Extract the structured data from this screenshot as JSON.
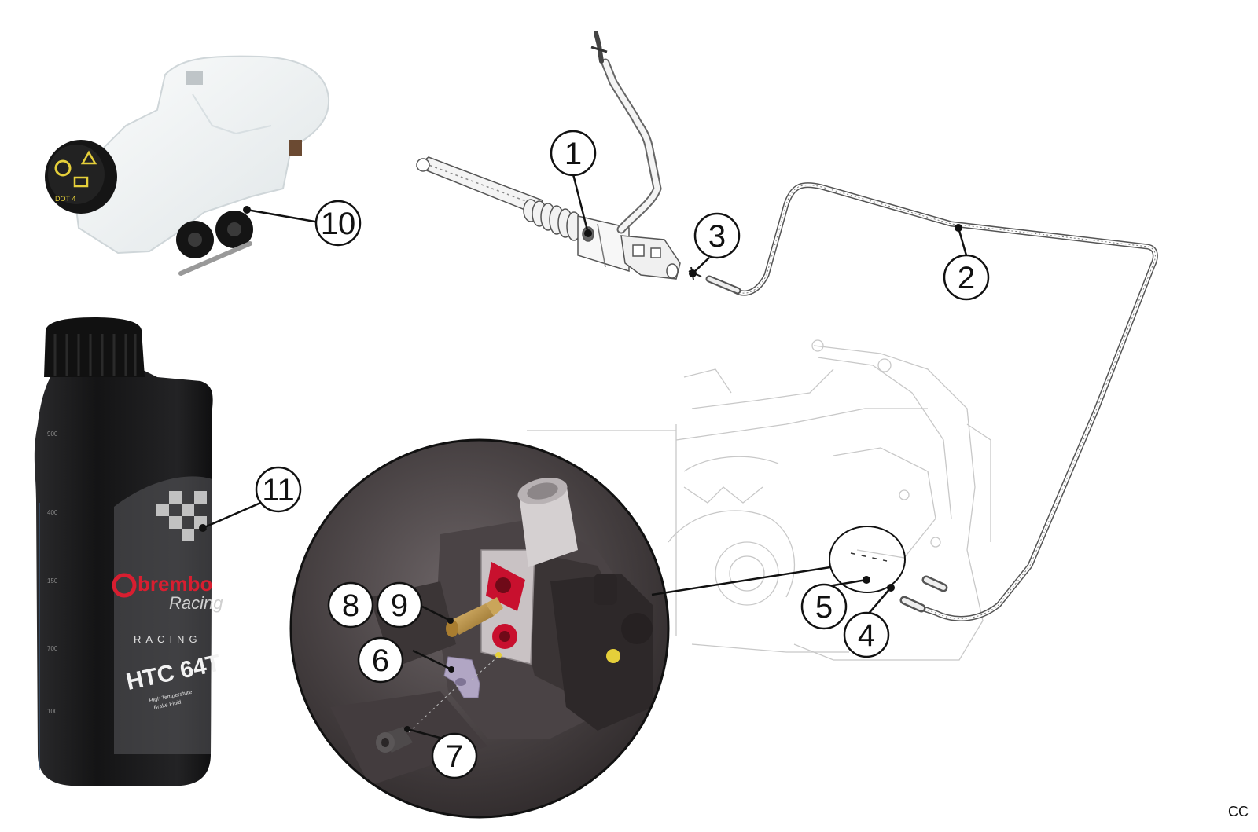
{
  "callouts": {
    "c1": "1",
    "c2": "2",
    "c3": "3",
    "c4": "4",
    "c5": "5",
    "c6": "6",
    "c7": "7",
    "c8": "8",
    "c9": "9",
    "c10": "10",
    "c11": "11"
  },
  "bottle": {
    "brand": "brembo",
    "line": "Racing",
    "racing": "RACING",
    "product": "HTC 64T",
    "desc1": "High Temperature",
    "desc2": "Brake Fluid",
    "marks": [
      "900",
      "400",
      "150",
      "700",
      "100"
    ]
  },
  "cap": {
    "label": "DOT 4"
  },
  "corner_code": "CC",
  "colors": {
    "line": "#111111",
    "bottle": "#1b1b1d",
    "brand_red": "#d81e30",
    "reservoir": "#eef1f2",
    "cap_yellow": "#e5cf3a",
    "detail_bg": "#3a3436",
    "red_port": "#c8102e",
    "brass": "#b48a38",
    "clip": "#b1a6c4"
  }
}
